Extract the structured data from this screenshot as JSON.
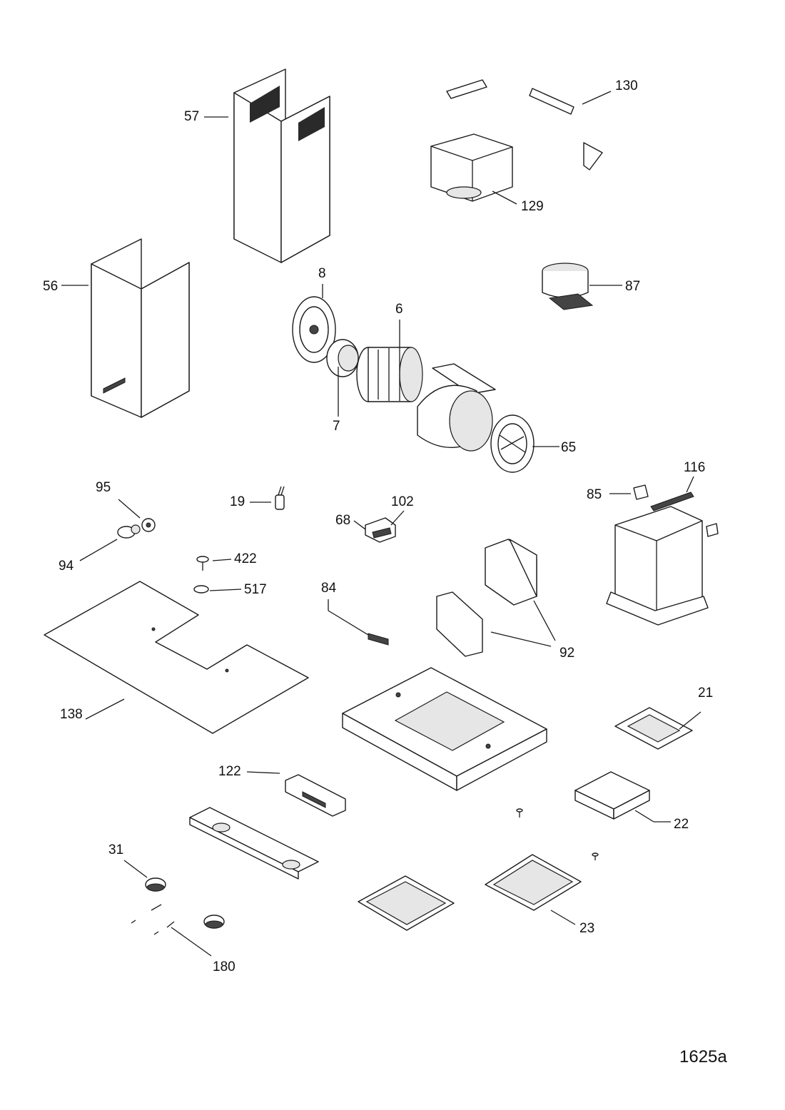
{
  "diagram_code": "1625a",
  "part_labels": {
    "p57": "57",
    "p130": "130",
    "p129": "129",
    "p56": "56",
    "p8": "8",
    "p6": "6",
    "p87": "87",
    "p7": "7",
    "p65": "65",
    "p116": "116",
    "p95": "95",
    "p19": "19",
    "p102": "102",
    "p85": "85",
    "p68": "68",
    "p422": "422",
    "p94": "94",
    "p517": "517",
    "p84": "84",
    "p92": "92",
    "p138": "138",
    "p21": "21",
    "p122": "122",
    "p22": "22",
    "p31": "31",
    "p23": "23",
    "p180": "180"
  }
}
